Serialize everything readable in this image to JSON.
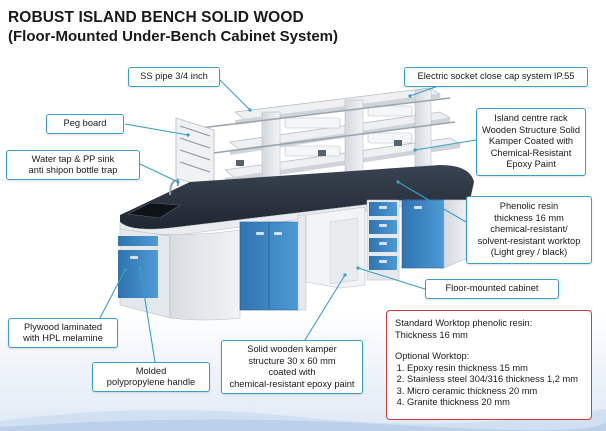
{
  "title": {
    "line1": "ROBUST ISLAND BENCH SOLID WOOD",
    "line2": "(Floor-Mounted Under-Bench Cabinet System)"
  },
  "labels": {
    "ss_pipe": "SS pipe 3/4 inch",
    "electric_socket": "Electric socket close cap system IP.55",
    "peg_board": "Peg board",
    "island_rack": [
      "Island centre rack",
      "Wooden Structure Solid",
      "Kamper Coated with",
      "Chemical-Resistant",
      "Epoxy Paint"
    ],
    "water_tap": [
      "Water tap & PP sink",
      "anti shipon bottle trap"
    ],
    "phenolic": [
      "Phenolic resin",
      "thickness 16 mm",
      "chemical-resistant/",
      "solvent-resistant worktop",
      "(Light grey / black)"
    ],
    "floor_cabinet": "Floor-mounted cabinet",
    "plywood": [
      "Plywood laminated",
      "with HPL melamine"
    ],
    "molded": [
      "Molded",
      "polypropylene handle"
    ],
    "kamper": [
      "Solid wooden kamper",
      "structure 30 x 60 mm",
      "coated with",
      "chemical-resistant epoxy paint"
    ]
  },
  "info": {
    "standard_title": "Standard Worktop phenolic resin:",
    "standard_value": "Thickness 16 mm",
    "optional_title": "Optional Worktop:",
    "optional_items": [
      "Epoxy resin thickness 15 mm",
      "Stainless steel 304/316 thickness 1,2 mm",
      "Micro ceramic thickness 20 mm",
      "Granite thickness 20 mm"
    ]
  },
  "colors": {
    "label_border": "#3a9fc9",
    "leader_line": "#3a9fc9",
    "cabinet_blue": "#3d87c4",
    "worktop": "#2a3340",
    "frame_grey": "#e3e6ea",
    "info_border": "#d23a3a"
  }
}
